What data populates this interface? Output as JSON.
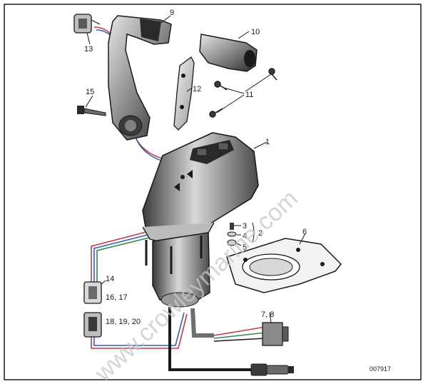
{
  "figure_id": "007917",
  "watermark": "www.crowleymarine.com",
  "callouts": {
    "c1": "1",
    "c2": "2",
    "c3": "3",
    "c4": "4",
    "c5": "5",
    "c6": "6",
    "c78": "7, 8",
    "c9": "9",
    "c10": "10",
    "c11": "11",
    "c12": "12",
    "c13": "13",
    "c14": "14",
    "c15": "15",
    "c1617": "16, 17",
    "c181920": "18, 19, 20"
  },
  "colors": {
    "ink": "#1a1a1a",
    "wire_red": "#c0394a",
    "wire_blue": "#3a5fa8",
    "wire_green": "#2f8a4a",
    "wire_gray": "#6f6f6f",
    "watermark": "#c8c8c8"
  }
}
